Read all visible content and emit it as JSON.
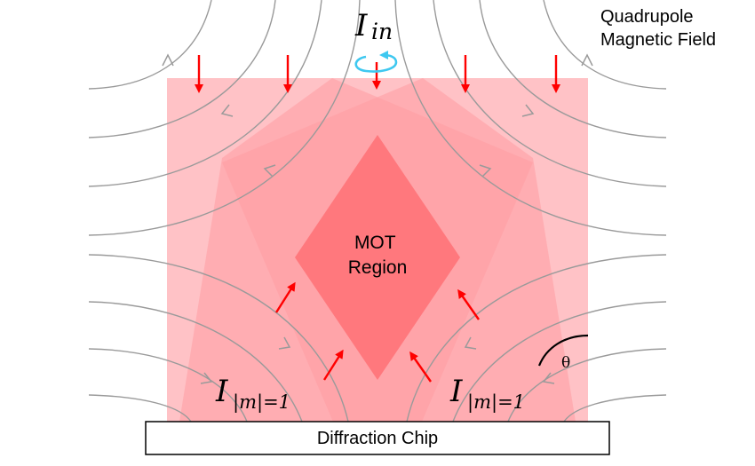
{
  "labels": {
    "field_line1": "Quadrupole",
    "field_line2": "Magnetic Field",
    "mot_line1": "MOT",
    "mot_line2": "Region",
    "chip": "Diffraction Chip",
    "theta": "θ"
  },
  "beams": {
    "incident": {
      "symbol": "I",
      "subscript": "in"
    },
    "diffracted_left": {
      "symbol": "I",
      "subscript": "|m|=1"
    },
    "diffracted_right": {
      "symbol": "I",
      "subscript": "|m|=1"
    }
  },
  "colors": {
    "beam_light": "#ffc2c6",
    "beam_medium": "#ff9da2",
    "beam_dark": "#ff7176",
    "field_line": "#9a9a9a",
    "arrow": "#ff0000",
    "polarization": "#3ec8f0",
    "chip_border": "#000000"
  }
}
